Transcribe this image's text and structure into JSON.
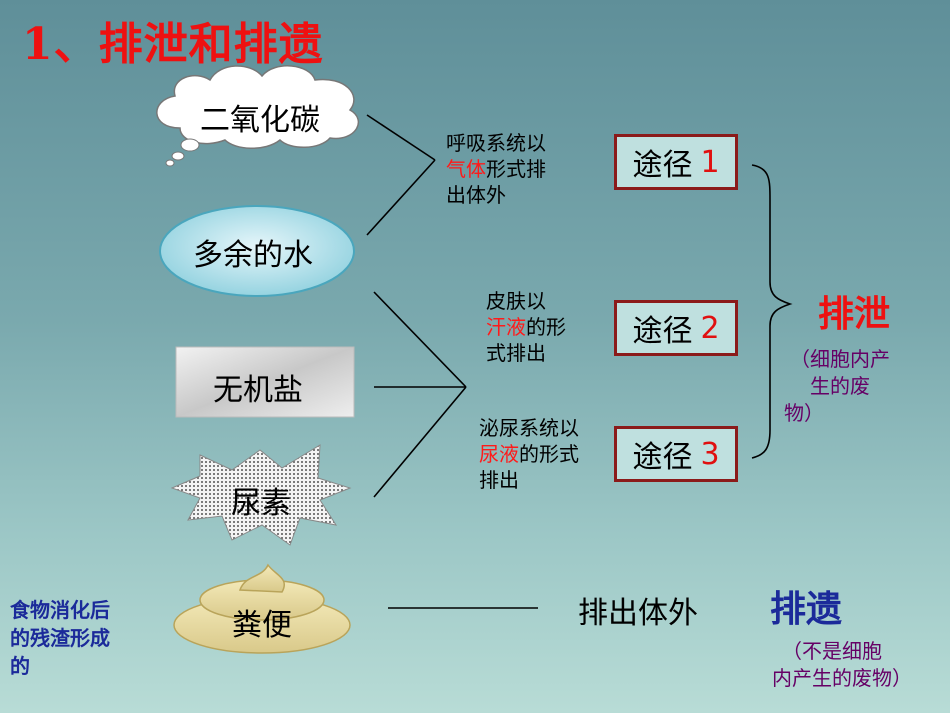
{
  "title": "1、排泄和排遗",
  "nodes": {
    "co2": "二氧化碳",
    "water": "多余的水",
    "salt": "无机盐",
    "urea": "尿素",
    "feces": "粪便"
  },
  "routes": {
    "route1_text": {
      "line1": "呼吸系统以",
      "red": "气体",
      "rest": "形式排",
      "line3": "出体外"
    },
    "route2_text": {
      "line1": "皮肤以",
      "red": "汗液",
      "rest": "的形",
      "line3": "式排出"
    },
    "route3_text": {
      "line1": "泌尿系统以",
      "red": "尿液",
      "rest": "的形式",
      "line3": "排出"
    }
  },
  "boxes": [
    {
      "label": "途径",
      "num": "1"
    },
    {
      "label": "途径",
      "num": "2"
    },
    {
      "label": "途径",
      "num": "3"
    }
  ],
  "excretion": {
    "label": "排泄",
    "note_lines": [
      "（细胞内产",
      "生的废",
      "物）"
    ]
  },
  "egestion": {
    "left_note_lines": [
      "食物消化后",
      "的残渣形成",
      "的"
    ],
    "arrow_text": "排出体外",
    "label": "排遗",
    "note_lines": [
      "（不是细胞",
      "内产生的废物）"
    ]
  },
  "colors": {
    "title": "#ee1111",
    "route_highlight": "#ff1a1a",
    "box_border": "#8b1a1a",
    "note": "#660066",
    "left_note": "#1b2a9a"
  }
}
